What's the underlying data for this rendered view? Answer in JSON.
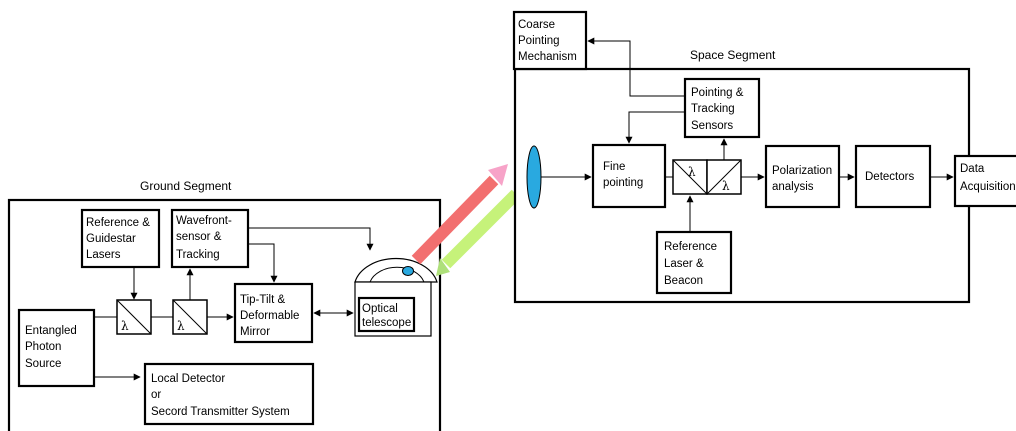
{
  "ground_segment": {
    "title": "Ground Segment",
    "reference_guidestar_lasers": [
      "Reference &",
      "Guidestar",
      "Lasers"
    ],
    "wavefront_sensor": [
      "Wavefront-",
      "sensor &",
      "Tracking"
    ],
    "tip_tilt_mirror": [
      "Tip-Tilt &",
      "Deformable",
      "Mirror"
    ],
    "optical_telescope": [
      "Optical",
      "telescope"
    ],
    "entangled_photon_source": [
      "Entangled",
      "Photon",
      "Source"
    ],
    "local_detector": [
      "Local Detector",
      "or",
      "Secord Transmitter System"
    ],
    "lambda_1": "λ",
    "lambda_2": "λ"
  },
  "space_segment": {
    "title": "Space Segment",
    "coarse_pointing": [
      "Coarse",
      "Pointing",
      "Mechanism"
    ],
    "pointing_tracking_sensors": [
      "Pointing &",
      "Tracking",
      "Sensors"
    ],
    "fine_pointing": [
      "Fine",
      "pointing"
    ],
    "polarization_analysis": [
      "Polarization",
      "analysis"
    ],
    "detectors": "Detectors",
    "data_acquisition": [
      "Data",
      "Acquisition"
    ],
    "reference_laser_beacon": [
      "Reference",
      "Laser &",
      "Beacon"
    ],
    "lambda_1": "λ",
    "lambda_2": "λ"
  },
  "colors": {
    "uplink_beam": "#f26f6f",
    "uplink_arrowhead": "#f7a3c8",
    "downlink_beam": "#c6f27a",
    "downlink_arrowhead": "#aee07a",
    "lens": "#29a9e0",
    "telescope_lens": "#29a9e0"
  }
}
